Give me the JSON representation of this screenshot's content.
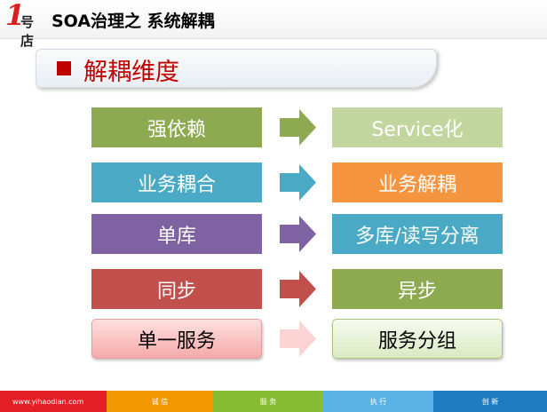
{
  "header": {
    "logo_one": "1",
    "logo_rest": "号店",
    "title": "SOA治理之 系统解耦"
  },
  "section": {
    "title": "解耦维度",
    "accent_color": "#c00000"
  },
  "rows": [
    {
      "from": {
        "label": "强依赖",
        "color": "#8daa50"
      },
      "arrow_color": "#8daa50",
      "to": {
        "label": "Service化",
        "color": "#c4d6a0"
      }
    },
    {
      "from": {
        "label": "业务耦合",
        "color": "#4aaac6"
      },
      "arrow_color": "#4aaac6",
      "to": {
        "label": "业务解耦",
        "color": "#f69540"
      }
    },
    {
      "from": {
        "label": "单库",
        "color": "#7f62a2"
      },
      "arrow_color": "#7f62a2",
      "to": {
        "label": "多库/读写分离",
        "color": "#4aaac6"
      }
    },
    {
      "from": {
        "label": "同步",
        "color": "#c1504d"
      },
      "arrow_color": "#c1504d",
      "to": {
        "label": "异步",
        "color": "#8daa50"
      }
    },
    {
      "from": {
        "label": "单一服务",
        "color": "gradient-pink"
      },
      "arrow_color": "#fbd3d3",
      "to": {
        "label": "服务分组",
        "color": "gradient-green"
      }
    }
  ],
  "footer": {
    "url": "www.yihaodian.com",
    "values": [
      "诚 信",
      "服 务",
      "执 行",
      "创 新"
    ],
    "colors": [
      "#e31e25",
      "#f39700",
      "#86bd35",
      "#5bb2e5",
      "#1f7cc1"
    ]
  }
}
